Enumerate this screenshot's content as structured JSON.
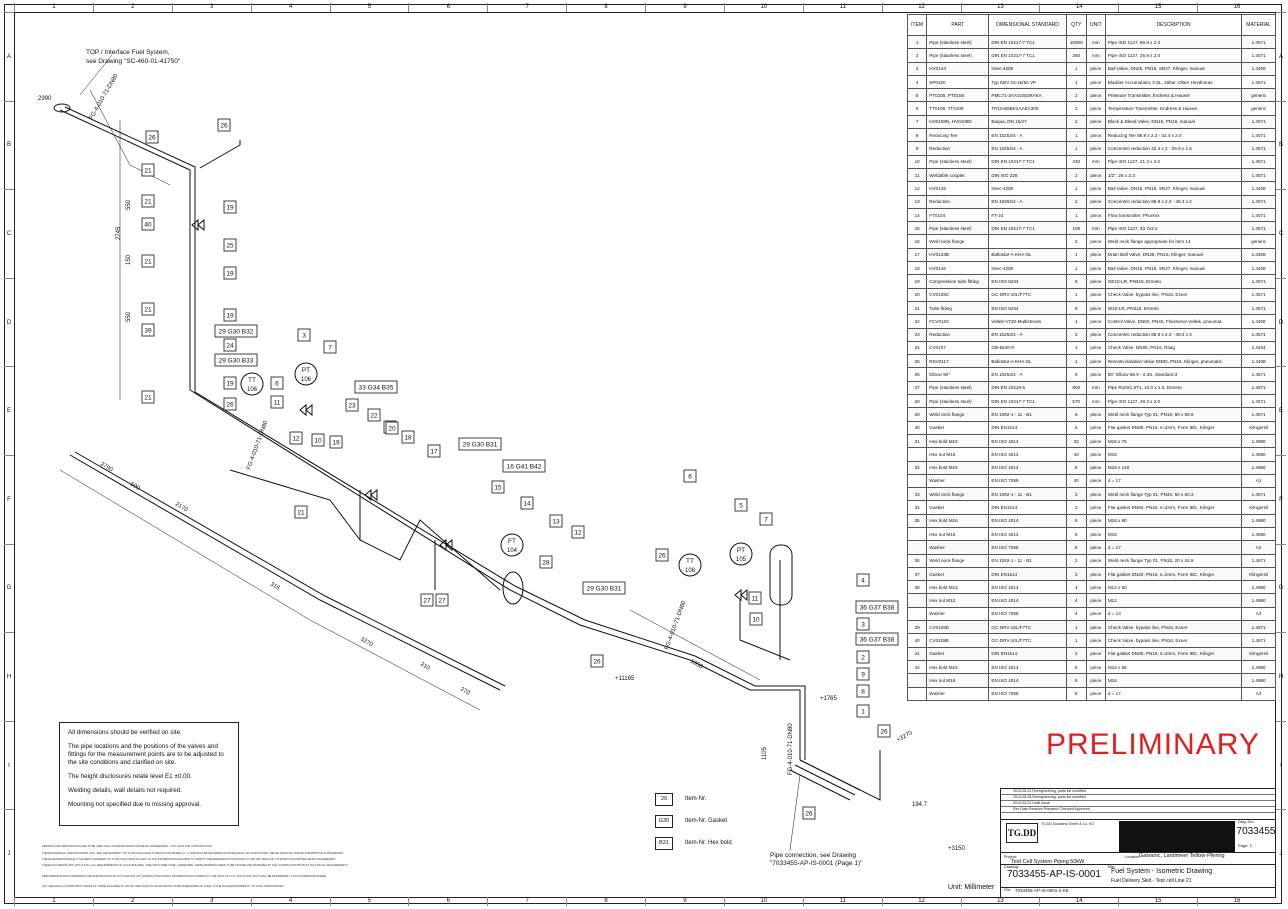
{
  "ruler": {
    "cols": [
      "1",
      "2",
      "3",
      "4",
      "5",
      "6",
      "7",
      "8",
      "9",
      "10",
      "11",
      "12",
      "13",
      "14",
      "15",
      "16"
    ],
    "rows": [
      "A",
      "B",
      "C",
      "D",
      "E",
      "F",
      "G",
      "H",
      "I",
      "J"
    ]
  },
  "annotations": {
    "top_interface": "TOP / Interface Fuel System,",
    "top_interface_ref": "see Drawing \"SC-460-01-41750\"",
    "pipe_connection": "Pipe connection, see Drawing",
    "pipe_connection_ref": "\"7033455-AP-IS-0001 (Page 1)\"",
    "unit": "Unit: Millimeter",
    "preliminary": "PRELIMINARY"
  },
  "callouts": {
    "c26a": "26",
    "c26b": "26",
    "c26c": "26",
    "c26d": "26",
    "c26e": "26",
    "c21a": "21",
    "c21b": "21",
    "c21c": "21",
    "c21d": "21",
    "c21e": "21",
    "c21f": "21",
    "c40": "40",
    "c39": "39",
    "c19a": "19",
    "c19b": "19",
    "c19c": "19",
    "c19d": "19",
    "c25": "25",
    "c24": "24",
    "c2930_32": "29 G30 B32",
    "c2930_33": "29 G30 B33",
    "c6a": "6",
    "c6b": "6",
    "c11": "11",
    "c10": "10",
    "c12": "12",
    "c3a": "3",
    "c3b": "3",
    "c7a": "7",
    "c7b": "7",
    "c33": "33 G34 B35",
    "c23": "23",
    "c22": "22",
    "c20": "20",
    "c18": "18",
    "c17": "17",
    "c16": "16 G41 B42",
    "c15": "15",
    "c14": "14",
    "c13": "13",
    "c12b": "12",
    "c29b": "29 G30 B31",
    "c29c": "29 G30 B31",
    "c27a": "27",
    "c27b": "27",
    "c28": "28",
    "c5": "5",
    "c4": "4",
    "c36a": "36 G37 B38",
    "c36b": "36 G37 B38",
    "c2": "2",
    "c9": "9",
    "c8": "8",
    "c1": "1",
    "c11b": "11",
    "c10b": "10"
  },
  "instruments": {
    "pt_top": "PT",
    "pt_top_tag": "106",
    "tt_top": "TT",
    "tt_top_tag": "106",
    "ft": "FT",
    "ft_tag": "104",
    "tt_mid": "TT",
    "tt_mid_tag": "108",
    "pt_mid": "PT",
    "pt_mid_tag": "105"
  },
  "dimensions": {
    "d1": "2990",
    "d2": "550",
    "d3": "2745",
    "d4": "150",
    "d5": "550",
    "d6": "2790",
    "d7": "500",
    "d8": "316",
    "d9": "2170",
    "d10": "3270",
    "d11": "210",
    "d12": "270",
    "d13": "1850",
    "d14": "+11165",
    "d15": "+1765",
    "d16": "+3150",
    "d17": "+3270",
    "d18": "1105",
    "d19": "194.7"
  },
  "pipe_labels": {
    "p1": "FG-4-010-71-DN80",
    "p2": "FG-4-010-71-DN80",
    "p3": "FG-4-010-71-DN80",
    "p4": "FG-4-010-71-DN80"
  },
  "bom": {
    "headers": [
      "ITEM",
      "PART",
      "DIMENSIONAL STANDARD",
      "QTY",
      "UNIT",
      "DESCRIPTION",
      "MATERIAL"
    ],
    "rows": [
      [
        "1",
        "Pipe (stainless steel)",
        "DIN EN 10217-7 TC1",
        "10000",
        "mm",
        "Pipe ISO 1127, 88.9 x 2.3",
        "1.4571"
      ],
      [
        "2",
        "Pipe (stainless steel)",
        "DIN EN 10217-7 TC1",
        "250",
        "mm",
        "Pipe ISO 1127, 26.9 x 2.0",
        "1.4571"
      ],
      [
        "3",
        "HV0144",
        "Intec-4208",
        "1",
        "piece",
        "Ball Valve, DN25, PN16, SR27, Klinger, manual",
        "1.4408"
      ],
      [
        "4",
        "SP0100",
        "Typ EBV 15-16/50 VP",
        "1",
        "piece",
        "Bladder Accumulator, 0.5L, 16bar, Olaer Hovdmiras",
        "1.4571"
      ],
      [
        "5",
        "PT0105, PT0106",
        "PMC71-3AA1G5GRAKA",
        "2",
        "piece",
        "Pressure Transmitter, Endress & Hauser",
        "generic"
      ],
      [
        "6",
        "TT0108, TT0109",
        "TR15-B5BK2AAEA300",
        "2",
        "piece",
        "Temperature Transmitter, Endress & Hauser",
        "generic"
      ],
      [
        "7",
        "HV0108N, HV0108D",
        "Baqua, DN 15/27",
        "2",
        "piece",
        "Block & Bleed Valve, DN15, PN16, manual",
        "1.4571"
      ],
      [
        "8",
        "Reducing Tee",
        "EN 10253/4 - A",
        "1",
        "piece",
        "Reducing Tee 88.9 x 2.3 - 42.4 x 2.0",
        "1.4571"
      ],
      [
        "9",
        "Reduction",
        "EN 10253/4 - A",
        "1",
        "piece",
        "Concentric reduction 42.4 x 2 - 26.9 x 1.6",
        "1.4571"
      ],
      [
        "10",
        "Pipe (stainless steel)",
        "DIN EN 10217-7 TC1",
        "330",
        "mm",
        "Pipe ISO 1127, 21.3 x 2.0",
        "1.4571"
      ],
      [
        "11",
        "Weldable coupler",
        "DIN ISO 228",
        "2",
        "piece",
        "1/2\", 26 x 2.3",
        "1.4571"
      ],
      [
        "12",
        "HV0145",
        "Intec-4208",
        "1",
        "piece",
        "Ball Valve, DN15, PN16, SR27, Klinger, manual",
        "1.4408"
      ],
      [
        "13",
        "Reduction",
        "EN 10253/4 - A",
        "2",
        "piece",
        "Concentric reduction 88.9 x 2.3 - 48.3 x 2",
        "1.4571"
      ],
      [
        "14",
        "FT0104",
        "FT-24",
        "1",
        "piece",
        "Flow transmitter, Phoenix",
        "1.4571"
      ],
      [
        "15",
        "Pipe (stainless steel)",
        "DIN EN 10217-7 TC1",
        "108",
        "mm",
        "Pipe ISO 1127, 33.7x3.2",
        "1.4571"
      ],
      [
        "16",
        "Weld neck flange",
        "",
        "2",
        "piece",
        "Weld neck flange appropriate for item 14",
        "generic"
      ],
      [
        "17",
        "HV0143B",
        "Ballostar-A KHA-SL",
        "1",
        "piece",
        "Drain Ball Valve, DN25, PN16, Klinger, manual",
        "1.4408"
      ],
      [
        "18",
        "HV0146",
        "Intec-4208",
        "1",
        "piece",
        "Ball Valve, DN15, PN16, SR27, Klinger, manual",
        "1.4408"
      ],
      [
        "19",
        "Compression tube fitting",
        "EN ISO 8434",
        "6",
        "piece",
        "GE10-LR, PN315, Ermeto",
        "1.4571"
      ],
      [
        "20",
        "CV0108C",
        "GC-DRV-10L/F7TC",
        "1",
        "piece",
        "Check Valve, bypass line, PN16, Exner",
        "1.4571"
      ],
      [
        "21",
        "Tube fitting",
        "EN ISO 8434",
        "6",
        "piece",
        "W10-LR, PN315, Ermeto",
        "1.4571"
      ],
      [
        "22",
        "FCV0103",
        "Valtek-V720-Multistream",
        "1",
        "piece",
        "Control Valve, DN50, PN40, Flowserve-Valtek, pneumat.",
        "1.4408"
      ],
      [
        "23",
        "Reduction",
        "EN 10253/4 - A",
        "2",
        "piece",
        "Concentric reduction 88.9 x 2.3 - 48.3 x 2",
        "1.4571"
      ],
      [
        "24",
        "CV0107",
        "GB-5540-P",
        "1",
        "piece",
        "Check Valve, DN80, PN16, Ritag",
        "1.4404"
      ],
      [
        "25",
        "RSV0117",
        "Ballostar-A KHA-SL",
        "1",
        "piece",
        "Remote isolation Valve DN80, PN16, Klinger, pneumatic",
        "1.4408"
      ],
      [
        "26",
        "Elbow 90°",
        "EN 10253/4 - A",
        "9",
        "piece",
        "90° Elbow 88.9 - 2.3S, Standard 3",
        "1.4571"
      ],
      [
        "27",
        "Pipe (stainless steel)",
        "DIN EN 10216-5",
        "800",
        "mm",
        "Pipe R10X1.5T1, 10.0 x 1.0, Ermeto",
        "1.4571"
      ],
      [
        "28",
        "Pipe (stainless steel)",
        "DIN EN 10217-7 TC1",
        "570",
        "mm",
        "Pipe ISO 1127, 48.3 x 2.0",
        "1.4571"
      ],
      [
        "29",
        "Weld neck flange",
        "EN 1092-1 - 11 - B1",
        "6",
        "piece",
        "Weld neck flange Typ 01, PN16, 80 x 88.9",
        "1.4571"
      ],
      [
        "30",
        "Gasket",
        "DIN EN1514",
        "6",
        "piece",
        "Flat gasket DN80, PN16, s=2mm, Form IBC, Klinger",
        "Klingersil"
      ],
      [
        "31",
        "Hex bold M16",
        "EN ISO 4014",
        "32",
        "piece",
        "M16 x 75",
        "1.4980"
      ],
      [
        "",
        "Hex nut M16",
        "EN ISO 4014",
        "40",
        "piece",
        "M16",
        "1.4980"
      ],
      [
        "32",
        "Hex bold M16",
        "EN ISO 4014",
        "8",
        "piece",
        "M16 x 140",
        "1.4980"
      ],
      [
        "",
        "Washer",
        "EN ISO 7089",
        "40",
        "piece",
        "d = 17",
        "A2"
      ],
      [
        "33",
        "Weld neck flange",
        "EN 1092-1 - 11 - B1",
        "2",
        "piece",
        "Weld neck flange Typ 01, PN40, 50 x 60.3",
        "1.4571"
      ],
      [
        "34",
        "Gasket",
        "DIN EN1514",
        "2",
        "piece",
        "Flat gasket DN50, PN40, s=2mm, Form IBC, Klinger",
        "Klingersil"
      ],
      [
        "35",
        "Hex bold M16",
        "EN ISO 4014",
        "8",
        "piece",
        "M16 x 80",
        "1.4980"
      ],
      [
        "",
        "Hex nut M16",
        "EN ISO 4014",
        "8",
        "piece",
        "M16",
        "1.4980"
      ],
      [
        "",
        "Washer",
        "EN ISO 7089",
        "8",
        "piece",
        "d = 17",
        "A2"
      ],
      [
        "36",
        "Weld neck flange",
        "EN 1092-1 - 11 - B1",
        "2",
        "piece",
        "Weld neck flange Typ 01, PN16, 20 x 26.9",
        "1.4571"
      ],
      [
        "37",
        "Gasket",
        "DIN EN1514",
        "2",
        "piece",
        "Flat gasket DN20, PN16, s=2mm, Form IBC, Klinger",
        "Klingersil"
      ],
      [
        "38",
        "Hex bold M12",
        "EN ISO 4014",
        "4",
        "piece",
        "M12 x 50",
        "1.4980"
      ],
      [
        "",
        "Hex nut M12",
        "EN ISO 4014",
        "4",
        "piece",
        "M12",
        "1.4980"
      ],
      [
        "",
        "Washer",
        "EN ISO 7089",
        "4",
        "piece",
        "d = 13",
        "A2"
      ],
      [
        "39",
        "CV0108D",
        "GC-DRV-10L/F7TC",
        "1",
        "piece",
        "Check Valve, bypass line, PN16, Exner",
        "1.4571"
      ],
      [
        "40",
        "CV0108E",
        "GC-DRV-10L/F7TC",
        "1",
        "piece",
        "Check Valve, bypass line, PN16, Exner",
        "1.4571"
      ],
      [
        "41",
        "Gasket",
        "DIN EN1514",
        "2",
        "piece",
        "Flat gasket DN80, PN16, s=2mm, Form IBC, Klinger",
        "Klingersil"
      ],
      [
        "42",
        "Hex bold M16",
        "EN ISO 4014",
        "8",
        "piece",
        "M16 x 55",
        "1.4980"
      ],
      [
        "",
        "Hex nut M16",
        "EN ISO 4014",
        "8",
        "piece",
        "M16",
        "1.4980"
      ],
      [
        "",
        "Washer",
        "EN ISO 7089",
        "8",
        "piece",
        "d = 17",
        "A2"
      ]
    ]
  },
  "notes": [
    "All dimensions should be verified on site.",
    "The pipe locations and the positions of the valves and fittings for the measurement points are to be adjusted to the site conditions and clarified on site.",
    "The height disclosures relate level E1 ±0,00.",
    "Welding details, wall details not required.",
    "Mounting not specified due to missing approval."
  ],
  "legend": [
    {
      "code": "29",
      "label": "Item-Nr."
    },
    {
      "code": "G30",
      "label": "Item-Nr. Gasket"
    },
    {
      "code": "B31",
      "label": "Item-Nr. Hex bold"
    }
  ],
  "disclaimers": [
    "DRAWING AND SPECIFICATION ARE TO BE USED ONLY AS DESIGN BASIS FOR DETAIL ENGINEERING - NOT VALID FOR CONSTRUCTION",
    "THESE DRAWINGS, SPECIFICATIONS, ETC. ARE THE PROPERTY OF TG.DD SOLUTIONS TO BE SOLUTIONS PER § 2, 3, AND MUST BE RETURNED UPON REQUEST. ANY DUPLICATION, REUSE, REVISION, AND/OR DISTRIBUTION IS PROHIBITED.",
    "THESE DRAWINGS REFLECT THE BEST JUDGMENT OF TG.DD SOLUTIONS IN LIGHT OF THE INFORMATION AVAILABLE TO THEM AT THE PREPARATION AND STRICTLY MAY BE USED ONLY AS BASIS FOR FURTHER DETAIL ENGINEERING.",
    "THESE DOCUMENTS MAY NOT FULFILL ALL REQUIREMENTS OF LOCAL BUILDING, FIRE AND OTHER CODE. THEREFORE, THESE DRAWINGS NEED TO BE STUDIED AND REVIEWED BY THE CONTRACTOR PRIOR TO FOLLOW ALL REQUIREMENTS.",
    "PERFORMANCE INPUT DRAWINGS AND SPECIFICATION DO NOT INDICATE ANY SOURCE STRUCTURAL INFORMATION ACCORDING TO THE VETO OF TG.D. SOLUTIONS, BUT SHALL BE REVIEWED BY A LOCAL DESIGN ENGINEER.",
    "ANY USE WHICH A THIRD PARTY MAKES OF THESE DOCUMENTS, OR ANY RELIANCE ON OR DECISIONS TO BE MADE BASED ON THEM, IS THE SOLE RESPONSIBILITY OF SUCH THIRD PARTIES."
  ],
  "title_block": {
    "revisions": [
      "2013-05-31  Reengineering; parts list modified",
      "2013-05-28  Reengineering; parts list modified",
      "2013-03-22  Draft Issue",
      "Rev  Date  Revision  Prepared  Checked  Approved"
    ],
    "logo": "TG.DD",
    "company": "TG.DD Solutions GmbH & Co. KG",
    "drawing_no_label": "Dwg.-No.:",
    "drawing_no": "7033455",
    "page": "Page:  2",
    "project_label": "Project:",
    "project": "Test Cell System Piping 50kW",
    "location_label": "Location:",
    "location": "Galvanic, Landmeer Teltow-Pfering",
    "drawing_label": "Drawing:",
    "drawing": "7033455-AP-IS-0001",
    "title_label": "Title:",
    "title": "Fuel System - Isometric Drawing",
    "subtitle": "Fuel Delivery Skid - Test cell Line 21",
    "file_label": "File:",
    "file": "7033455-AP-IS-0001-2-KE"
  }
}
